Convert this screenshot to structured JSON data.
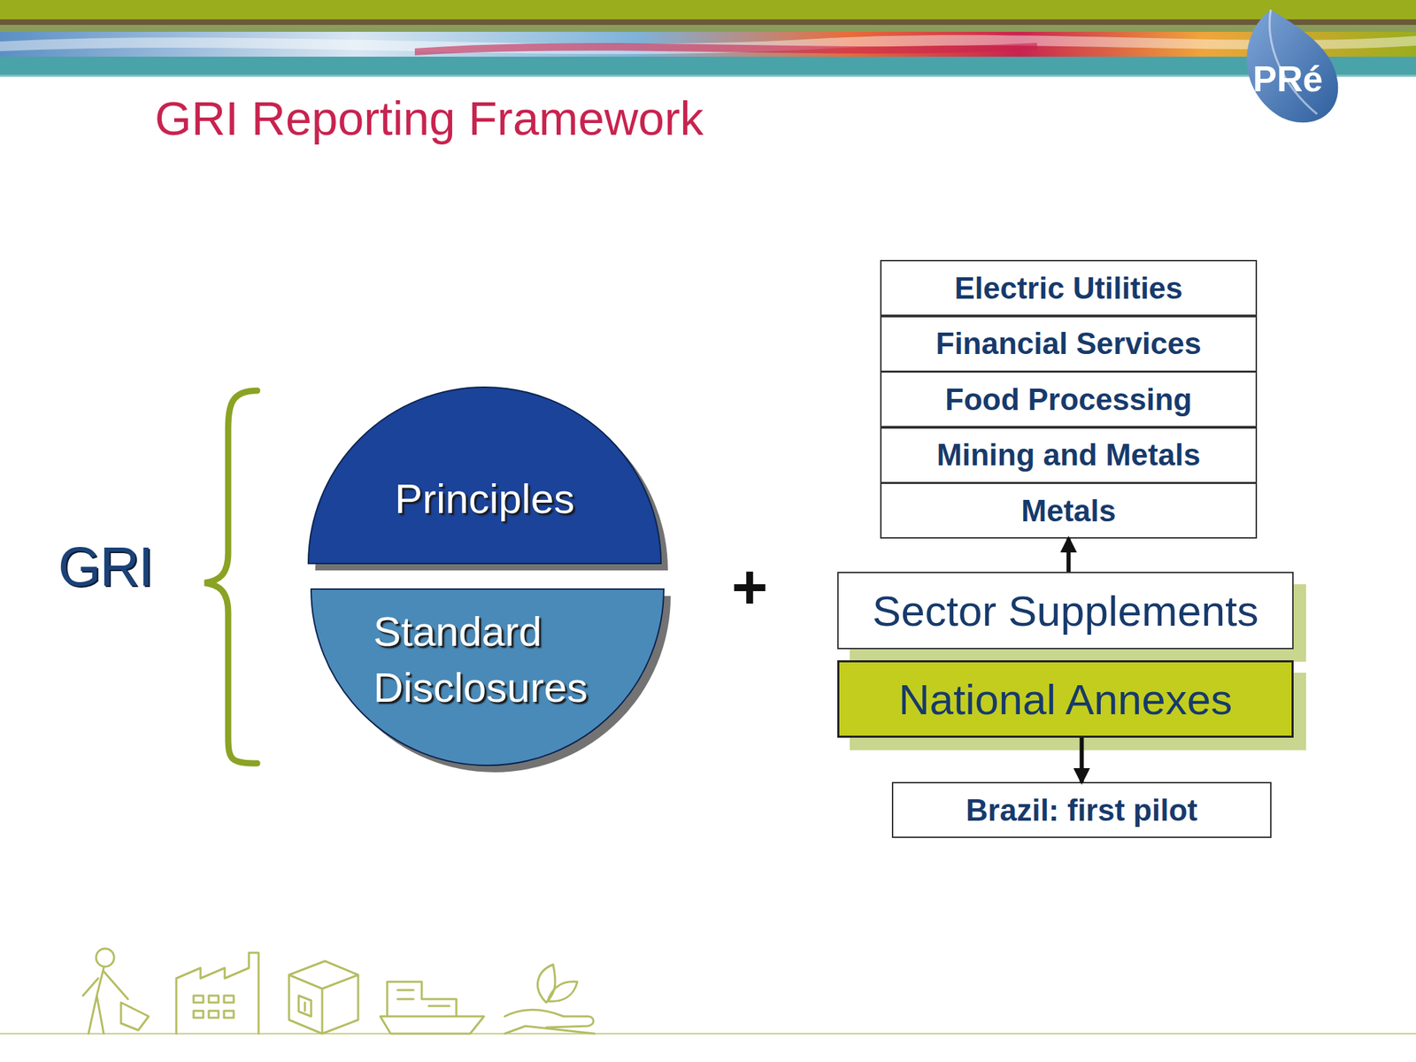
{
  "diagram": {
    "title": "GRI Reporting Framework",
    "nodes": [
      {
        "text": [
          "Principles"
        ]
      },
      {
        "text": [
          "Standard Disclosures"
        ]
      },
      {
        "text": [
          "Electric Utilities"
        ]
      },
      {
        "text": [
          "Financial Services"
        ]
      },
      {
        "text": [
          "Food Processing"
        ]
      },
      {
        "text": [
          "Mining and Metals"
        ]
      },
      {
        "text": [
          "Metals"
        ]
      },
      {
        "text": [
          "Sector Supplements"
        ]
      },
      {
        "text": [
          "National Annexes"
        ]
      },
      {
        "text": [
          "Brazil: first pilot"
        ]
      }
    ],
    "edges": [
      {
        "from": 7,
        "to": 6,
        "arrow": "to"
      },
      {
        "from": 8,
        "to": 9,
        "arrow": "to"
      }
    ],
    "labels": [
      "GRI",
      "+",
      "PRé"
    ]
  }
}
